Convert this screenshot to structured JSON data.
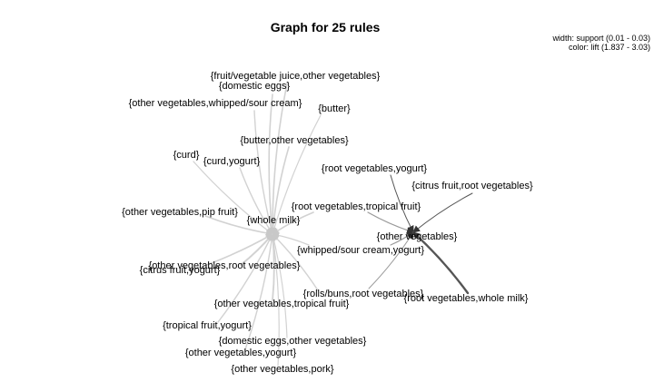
{
  "title": "Graph for 25 rules",
  "legend": {
    "width": "width: support (0.01 - 0.03)",
    "color": "color: lift (1.837 - 3.03)"
  },
  "colors": {
    "background": "#ffffff",
    "text": "#000000",
    "edge_light": "#d0d0d0",
    "edge_mid": "#a8a8a8",
    "edge_dark": "#444444"
  },
  "chart_data": {
    "type": "network",
    "title": "Graph for 25 rules",
    "rule_count": 25,
    "support_range": [
      0.01,
      0.03
    ],
    "lift_range": [
      1.837,
      3.03
    ],
    "targets": [
      "{whole milk}",
      "{other vegetables}"
    ],
    "antecedents": [
      {
        "label": "{fruit/vegetable juice,other vegetables}",
        "target": "{whole milk}"
      },
      {
        "label": "{domestic eggs}",
        "target": "{whole milk}"
      },
      {
        "label": "{other vegetables,whipped/sour cream}",
        "target": "{whole milk}"
      },
      {
        "label": "{butter}",
        "target": "{whole milk}"
      },
      {
        "label": "{butter,other vegetables}",
        "target": "{whole milk}"
      },
      {
        "label": "{curd}",
        "target": "{whole milk}"
      },
      {
        "label": "{curd,yogurt}",
        "target": "{whole milk}"
      },
      {
        "label": "{other vegetables,pip fruit}",
        "target": "{whole milk}"
      },
      {
        "label": "{other vegetables,root vegetables}",
        "target": "{whole milk}"
      },
      {
        "label": "{citrus fruit,yogurt}",
        "target": "{whole milk}"
      },
      {
        "label": "{other vegetables,tropical fruit}",
        "target": "{whole milk}"
      },
      {
        "label": "{tropical fruit,yogurt}",
        "target": "{whole milk}"
      },
      {
        "label": "{domestic eggs,other vegetables}",
        "target": "{whole milk}"
      },
      {
        "label": "{other vegetables,yogurt}",
        "target": "{whole milk}"
      },
      {
        "label": "{other vegetables,pork}",
        "target": "{whole milk}"
      },
      {
        "label": "{rolls/buns,root vegetables}",
        "target": "{whole milk}"
      },
      {
        "label": "{root vegetables,tropical fruit}",
        "target": "{whole milk}"
      },
      {
        "label": "{whipped/sour cream,yogurt}",
        "target": "{whole milk}"
      },
      {
        "label": "{root vegetables,yogurt}",
        "target": "{other vegetables}"
      },
      {
        "label": "{citrus fruit,root vegetables}",
        "target": "{other vegetables}"
      },
      {
        "label": "{root vegetables,tropical fruit}",
        "target": "{other vegetables}"
      },
      {
        "label": "{whipped/sour cream,yogurt}",
        "target": "{other vegetables}"
      },
      {
        "label": "{rolls/buns,root vegetables}",
        "target": "{other vegetables}"
      },
      {
        "label": "{root vegetables,whole milk}",
        "target": "{other vegetables}"
      }
    ]
  }
}
